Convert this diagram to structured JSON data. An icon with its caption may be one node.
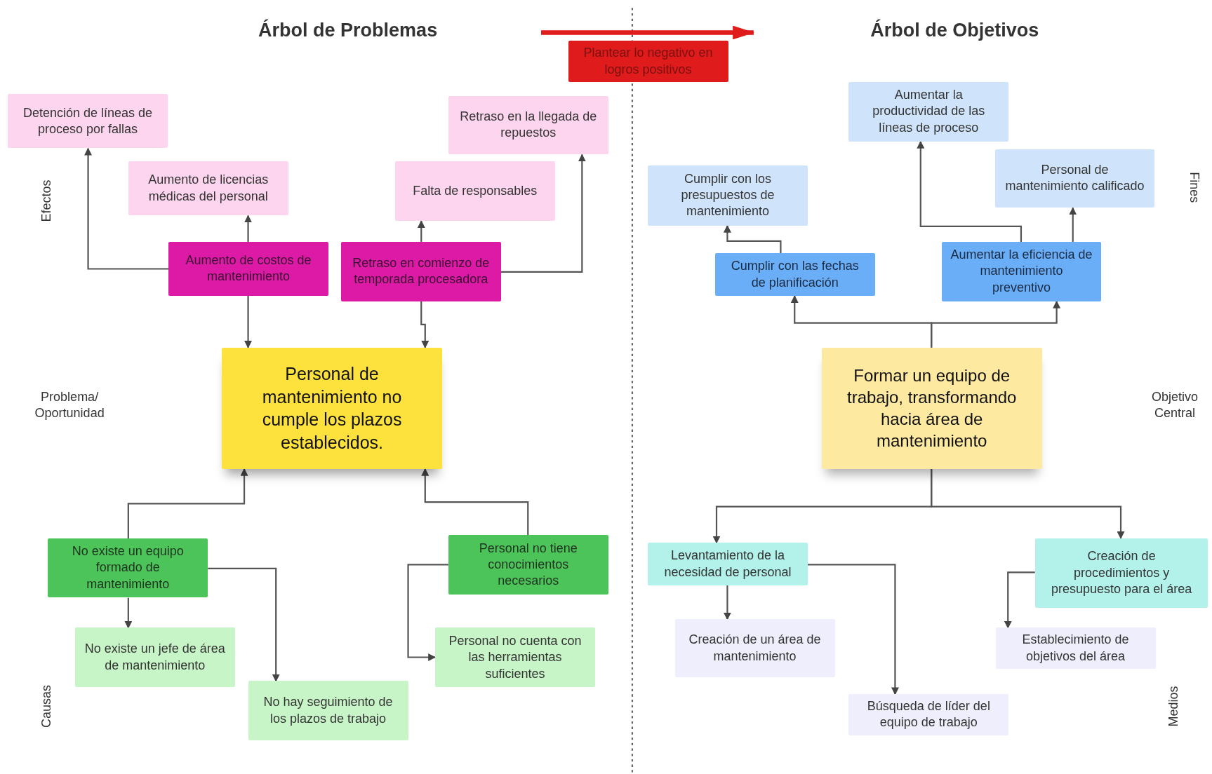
{
  "diagram": {
    "nodes": [
      {
        "text": [
          "Detención de líneas de proceso por fallas"
        ]
      },
      {
        "text": [
          "Aumento de licencias médicas del personal"
        ]
      },
      {
        "text": [
          "Retraso en la llegada de repuestos"
        ]
      },
      {
        "text": [
          "Falta de responsables"
        ]
      },
      {
        "text": [
          "Aumento de costos de mantenimiento"
        ]
      },
      {
        "text": [
          "Retraso en comienzo de temporada procesadora"
        ]
      },
      {
        "text": [
          "Personal de mantenimiento no cumple los plazos establecidos."
        ]
      },
      {
        "text": [
          "No existe un equipo formado de mantenimiento"
        ]
      },
      {
        "text": [
          "Personal no tiene conocimientos necesarios"
        ]
      },
      {
        "text": [
          "No existe un jefe de área de mantenimiento"
        ]
      },
      {
        "text": [
          "Personal no cuenta con las herramientas suficientes"
        ]
      },
      {
        "text": [
          "No hay seguimiento de los plazos de trabajo"
        ]
      },
      {
        "text": [
          "Plantear lo negativo en logros positivos"
        ]
      },
      {
        "text": [
          "Aumentar la productividad de las líneas de proceso"
        ]
      },
      {
        "text": [
          "Cumplir con los presupuestos de mantenimiento"
        ]
      },
      {
        "text": [
          "Personal de mantenimiento calificado"
        ]
      },
      {
        "text": [
          "Cumplir con las fechas de planificación"
        ]
      },
      {
        "text": [
          "Aumentar la eficiencia de mantenimiento preventivo"
        ]
      },
      {
        "text": [
          "Formar un equipo de trabajo, transformando hacia área de mantenimiento"
        ]
      },
      {
        "text": [
          "Levantamiento de la necesidad de personal"
        ]
      },
      {
        "text": [
          "Creación de procedimientos y presupuesto para el área"
        ]
      },
      {
        "text": [
          "Creación de un área de mantenimiento"
        ]
      },
      {
        "text": [
          "Establecimiento de objetivos del área"
        ]
      },
      {
        "text": [
          "Búsqueda de líder del equipo de trabajo"
        ]
      }
    ],
    "edges": [
      {
        "from": 4,
        "to": 0,
        "arrow": "to"
      },
      {
        "from": 4,
        "to": 1,
        "arrow": "to"
      },
      {
        "from": 4,
        "to": 6,
        "arrow": "to"
      },
      {
        "from": 5,
        "to": 3,
        "arrow": "to"
      },
      {
        "from": 5,
        "to": 2,
        "arrow": "to"
      },
      {
        "from": 5,
        "to": 6,
        "arrow": "to"
      },
      {
        "from": 7,
        "to": 6,
        "arrow": "to"
      },
      {
        "from": 8,
        "to": 6,
        "arrow": "to"
      },
      {
        "from": 7,
        "to": 9,
        "arrow": "to"
      },
      {
        "from": 7,
        "to": 11,
        "arrow": "to"
      },
      {
        "from": 8,
        "to": 10,
        "arrow": "to"
      },
      {
        "from": 16,
        "to": 14,
        "arrow": "to"
      },
      {
        "from": 17,
        "to": 13,
        "arrow": "to"
      },
      {
        "from": 17,
        "to": 15,
        "arrow": "to"
      },
      {
        "from": 18,
        "to": 16,
        "arrow": "to"
      },
      {
        "from": 18,
        "to": 17,
        "arrow": "to"
      },
      {
        "from": 18,
        "to": 19,
        "arrow": "to"
      },
      {
        "from": 18,
        "to": 20,
        "arrow": "to"
      },
      {
        "from": 19,
        "to": 21,
        "arrow": "to"
      },
      {
        "from": 19,
        "to": 23,
        "arrow": "to"
      },
      {
        "from": 20,
        "to": 22,
        "arrow": "to"
      }
    ],
    "labels": [
      "Árbol de Problemas",
      "Árbol de Objetivos",
      "Efectos",
      "Fines",
      "Problema/ Oportunidad",
      "Objetivo Central",
      "Causas",
      "Medios"
    ]
  }
}
